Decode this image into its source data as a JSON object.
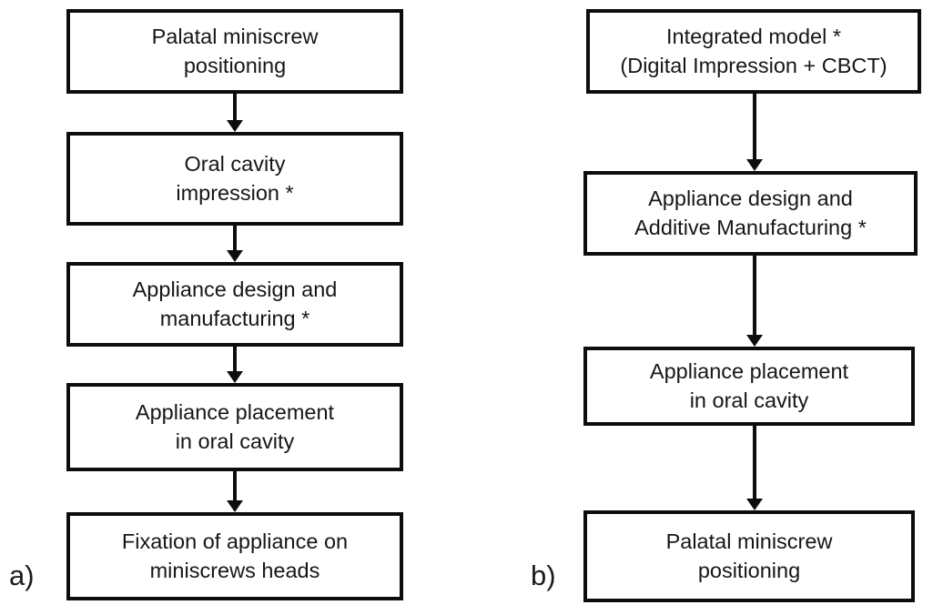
{
  "figure": {
    "background_color": "#ffffff",
    "line_color": "#0d0d0d",
    "text_color": "#161616"
  },
  "panels": [
    {
      "label": "a)",
      "boxes": [
        {
          "text": "Palatal miniscrew\npositioning"
        },
        {
          "text": "Oral cavity\nimpression *"
        },
        {
          "text": "Appliance design and\nmanufacturing *"
        },
        {
          "text": "Appliance placement\nin oral cavity"
        },
        {
          "text": "Fixation of appliance on\nminiscrews heads"
        }
      ],
      "connectors": [
        "arrow-down",
        "arrow-down",
        "arrow-down",
        "arrow-down"
      ]
    },
    {
      "label": "b)",
      "boxes": [
        {
          "text": "Integrated model  *\n(Digital Impression + CBCT)"
        },
        {
          "text": "Appliance design and\nAdditive Manufacturing *"
        },
        {
          "text": "Appliance placement\nin oral cavity"
        },
        {
          "text": "Palatal miniscrew\npositioning"
        }
      ],
      "connectors": [
        "arrow-down",
        "arrow-down",
        "arrow-down"
      ]
    }
  ]
}
